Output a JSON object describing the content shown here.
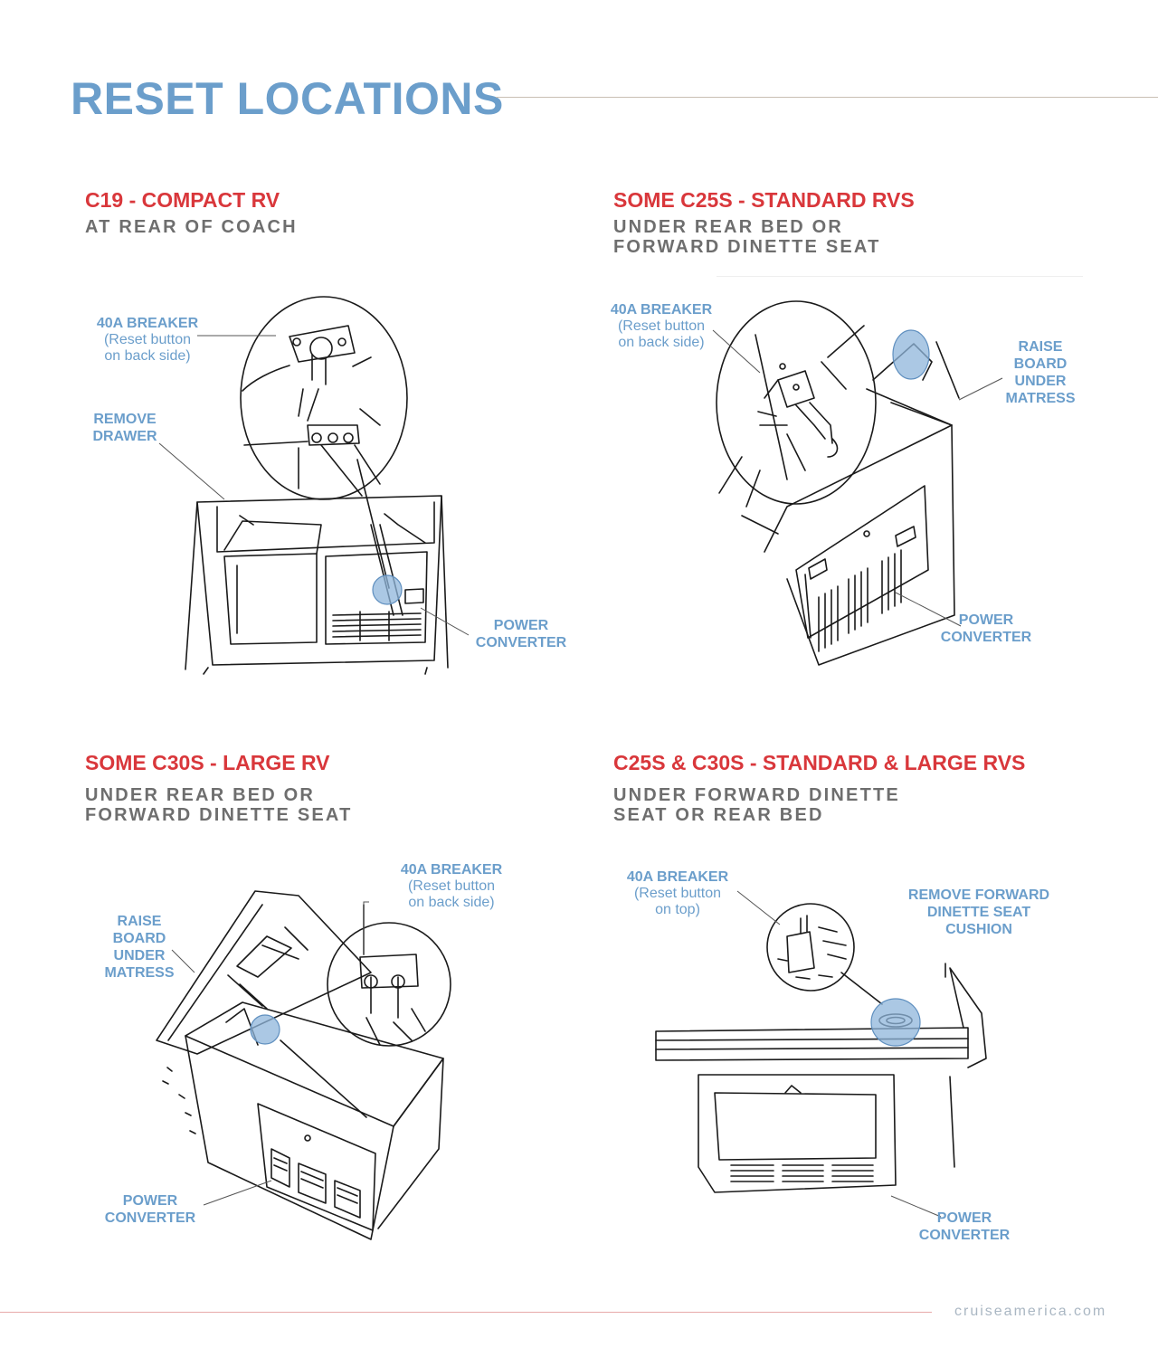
{
  "page": {
    "title": "RESET LOCATIONS",
    "footer": "cruiseamerica.com"
  },
  "colors": {
    "title_blue": "#6b9ecb",
    "section_red": "#d9373b",
    "subtitle_gray": "#6e6e6e",
    "highlight_blue": "#8fb6db",
    "line": "#1a1a1a"
  },
  "sections": [
    {
      "title": "C19 - COMPACT RV",
      "subtitle": [
        "AT REAR OF COACH"
      ],
      "labels": {
        "breaker": {
          "title": "40A BREAKER",
          "note": [
            "(Reset button",
            "on back side)"
          ]
        },
        "drawer": [
          "REMOVE",
          "DRAWER"
        ],
        "converter": [
          "POWER",
          "CONVERTER"
        ]
      }
    },
    {
      "title": "SOME C25S - STANDARD RVS",
      "subtitle": [
        "UNDER REAR BED OR",
        "FORWARD DINETTE SEAT"
      ],
      "labels": {
        "breaker": {
          "title": "40A BREAKER",
          "note": [
            "(Reset button",
            "on back side)"
          ]
        },
        "raise": [
          "RAISE",
          "BOARD",
          "UNDER",
          "MATRESS"
        ],
        "converter": [
          "POWER",
          "CONVERTER"
        ]
      }
    },
    {
      "title": "SOME C30S - LARGE RV",
      "subtitle": [
        "UNDER REAR BED OR",
        "FORWARD DINETTE SEAT"
      ],
      "labels": {
        "breaker": {
          "title": "40A BREAKER",
          "note": [
            "(Reset button",
            "on back side)"
          ]
        },
        "raise": [
          "RAISE",
          "BOARD",
          "UNDER",
          "MATRESS"
        ],
        "converter": [
          "POWER",
          "CONVERTER"
        ]
      }
    },
    {
      "title": "C25S & C30S - STANDARD & LARGE RVS",
      "subtitle": [
        "UNDER FORWARD DINETTE",
        "SEAT OR REAR BED"
      ],
      "labels": {
        "breaker": {
          "title": "40A BREAKER",
          "note": [
            "(Reset button",
            "on top)"
          ]
        },
        "cushion": [
          "REMOVE FORWARD",
          "DINETTE SEAT",
          "CUSHION"
        ],
        "converter": [
          "POWER",
          "CONVERTER"
        ]
      }
    }
  ]
}
